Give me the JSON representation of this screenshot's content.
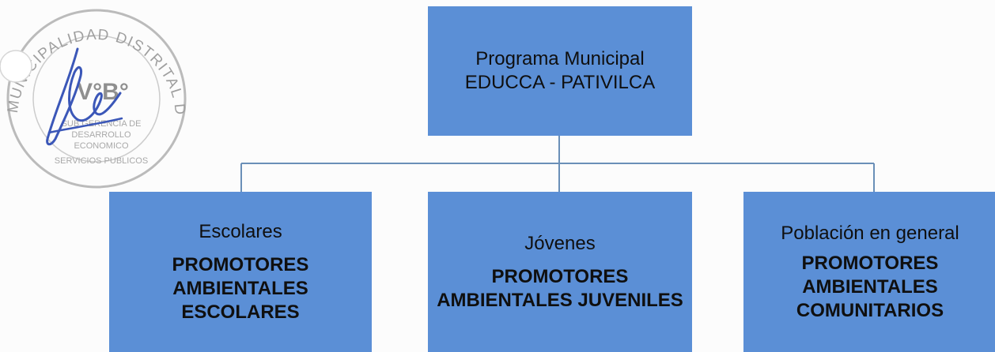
{
  "diagram": {
    "root": {
      "line1": "Programa Municipal",
      "line2": "EDUCCA - PATIVILCA"
    },
    "children": [
      {
        "label": "Escolares",
        "title_line1": "PROMOTORES",
        "title_line2": "AMBIENTALES ESCOLARES"
      },
      {
        "label": "Jóvenes",
        "title_line1": "PROMOTORES",
        "title_line2": "AMBIENTALES JUVENILES"
      },
      {
        "label": "Población en general",
        "title_line1": "PROMOTORES",
        "title_line2": "AMBIENTALES",
        "title_line3": "COMUNITARIOS"
      }
    ]
  },
  "stamp": {
    "top_arc": "MUNICIPALIDAD DISTRITAL DE PATIVILCA",
    "center": "V°B°",
    "line1": "SUB GERENCIA DE",
    "line2": "DESARROLLO",
    "line3": "ECONOMICO",
    "line4": "SERVICIOS PUBLICOS"
  },
  "colors": {
    "box_fill": "#5b8fd6",
    "connector": "#6a8fb8",
    "stamp_ink": "#9a9a9a",
    "signature_ink": "#3b57b8"
  }
}
